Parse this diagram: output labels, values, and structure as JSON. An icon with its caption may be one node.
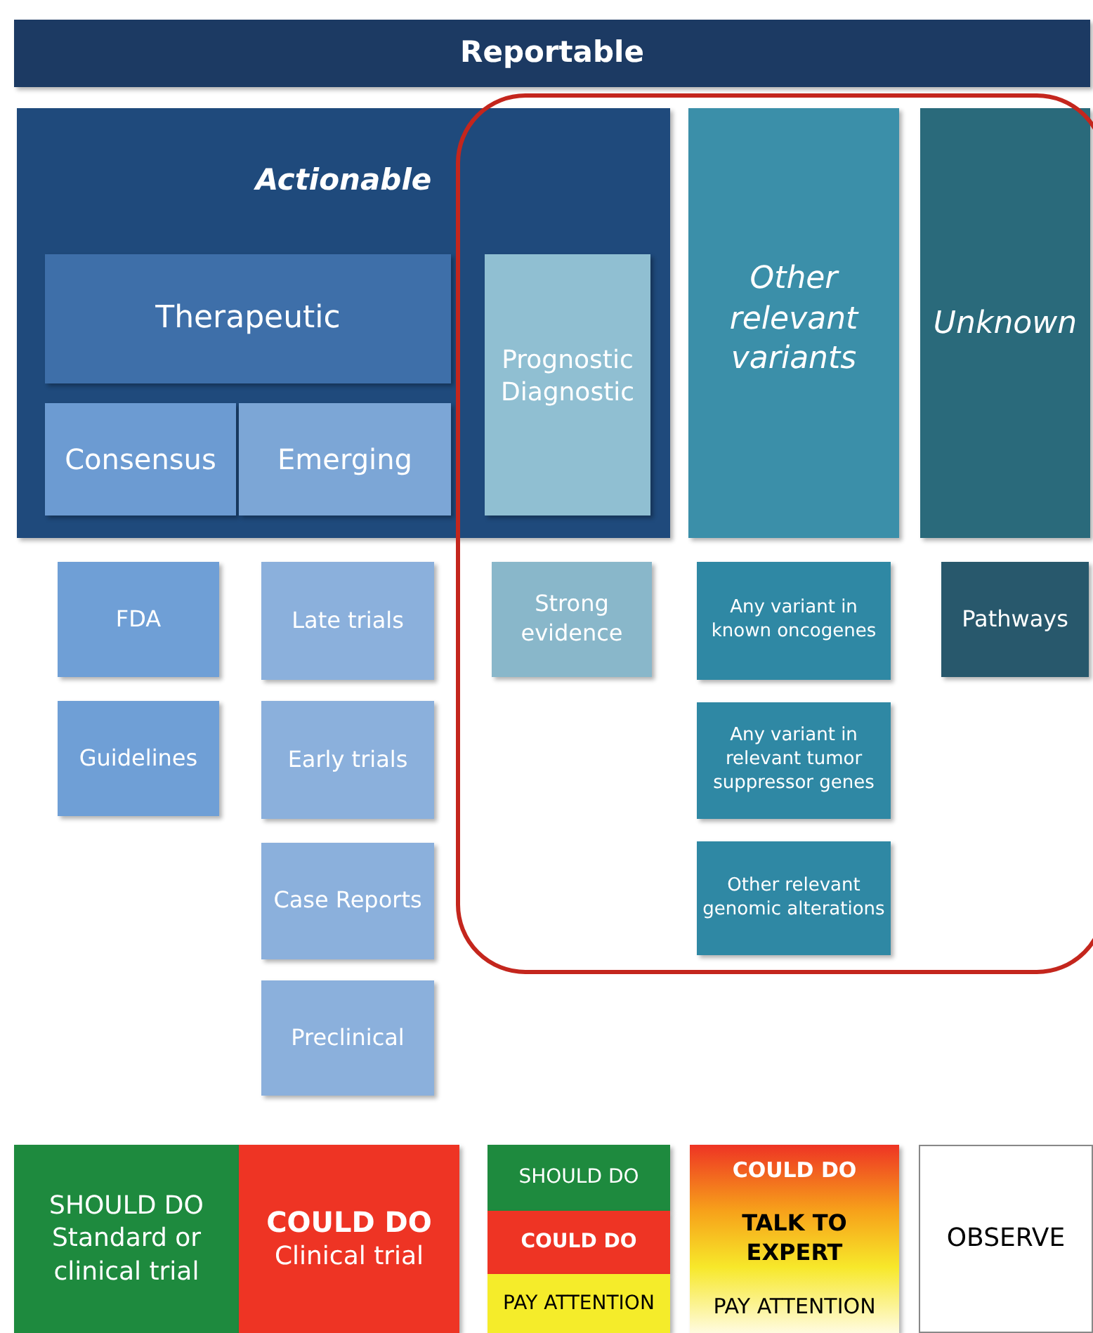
{
  "diagram": {
    "nodes": [
      {
        "text": [
          "Reportable"
        ]
      },
      {
        "text": [
          "Actionable"
        ]
      },
      {
        "text": [
          "Therapeutic"
        ],
        "in": 1
      },
      {
        "text": [
          "Consensus"
        ],
        "in": 1
      },
      {
        "text": [
          "Emerging"
        ],
        "in": 1
      },
      {
        "text": [
          "Prognostic Diagnostic"
        ],
        "in": 1
      },
      {
        "text": [
          "Other relevant variants"
        ]
      },
      {
        "text": [
          "Unknown"
        ]
      },
      {
        "text": [
          "FDA"
        ]
      },
      {
        "text": [
          "Late trials"
        ]
      },
      {
        "text": [
          "Strong evidence"
        ]
      },
      {
        "text": [
          "Any variant in known oncogenes"
        ]
      },
      {
        "text": [
          "Pathways"
        ]
      },
      {
        "text": [
          "Guidelines"
        ]
      },
      {
        "text": [
          "Early trials"
        ]
      },
      {
        "text": [
          "Any variant in relevant tumor suppressor genes"
        ]
      },
      {
        "text": [
          "Case Reports"
        ]
      },
      {
        "text": [
          "Other relevant genomic alterations"
        ]
      },
      {
        "text": [
          "Preclinical"
        ]
      },
      {
        "text": [
          "SHOULD DO",
          "Standard or clinical trial"
        ]
      },
      {
        "text": [
          "COULD DO",
          "Clinical trial"
        ]
      },
      {
        "text": [
          "SHOULD DO"
        ]
      },
      {
        "text": [
          "COULD DO"
        ]
      },
      {
        "text": [
          "PAY ATTENTION"
        ]
      },
      {
        "text": [
          "COULD DO",
          "TALK TO EXPERT",
          "PAY ATTENTION"
        ]
      },
      {
        "text": [
          "OBSERVE"
        ]
      }
    ],
    "edges": []
  }
}
